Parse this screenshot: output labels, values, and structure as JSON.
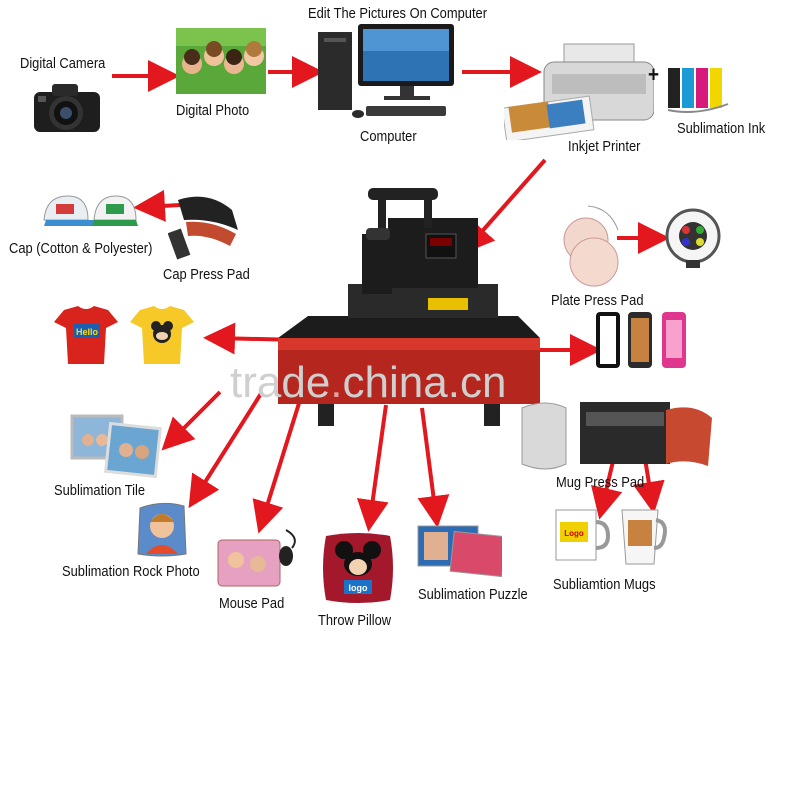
{
  "title": "Edit The Pictures On Computer",
  "nodes": {
    "digital_camera": "Digital Camera",
    "digital_photo": "Digital Photo",
    "computer": "Computer",
    "inkjet_printer": "Inkjet Printer",
    "sublimation_ink": "Sublimation Ink",
    "plus_sign": "+",
    "cap": "Cap (Cotton & Polyester)",
    "cap_press_pad": "Cap Press Pad",
    "plate_press_pad": "Plate Press Pad",
    "mug_press_pad": "Mug Press Pad",
    "sublimation_mugs": "Subliamtion Mugs",
    "sublimation_tile": "Sublimation Tile",
    "sublimation_rock_photo": "Sublimation Rock Photo",
    "mouse_pad": "Mouse Pad",
    "throw_pillow": "Throw Pillow",
    "sublimation_puzzle": "Sublimation Puzzle"
  },
  "product_text": {
    "tshirt_print": "Hello",
    "mug_logo": "Logo",
    "pillow_print": "logo"
  },
  "watermark": {
    "left": "trade",
    "dot": ".",
    "right": "china.cn"
  },
  "colors": {
    "arrow": "#e3171e",
    "press_body": "#1c1c1c",
    "press_base": "#b5261e"
  }
}
